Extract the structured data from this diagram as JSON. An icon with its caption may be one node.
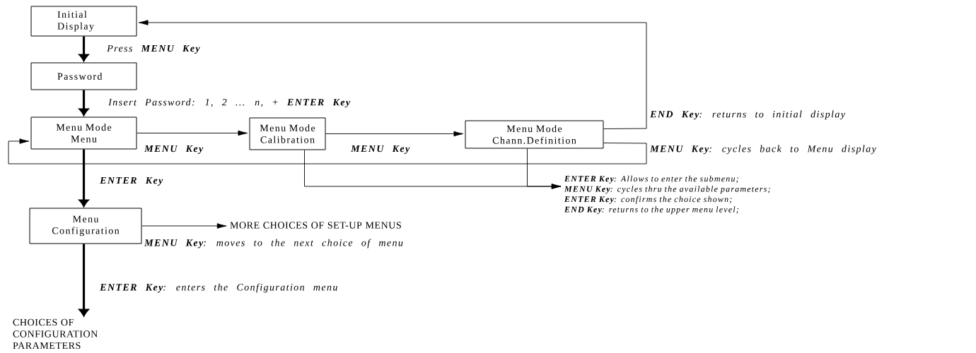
{
  "diagram": {
    "nodes": [
      {
        "text": [
          "Initial Display"
        ]
      },
      {
        "text": [
          "Password"
        ]
      },
      {
        "text": [
          "Menu Mode Menu"
        ]
      },
      {
        "text": [
          "Menu Mode Calibration"
        ]
      },
      {
        "text": [
          "Menu Mode Chann.Definition"
        ]
      },
      {
        "text": [
          "Menu Configuration"
        ]
      },
      {
        "text": [
          "MORE CHOICES OF SET-UP MENUS"
        ]
      },
      {
        "text": [
          "CHOICES OF CONFIGURATION PARAMETERS"
        ]
      },
      {
        "text": [
          "**ENTER Key**: Allows to enter the submenu;",
          "**MENU Key**: cycles thru the available parameters;",
          "**ENTER Key**: confirms the choice shown;",
          "**END Key**: returns to the upper menu level;"
        ]
      }
    ],
    "edges": [
      {
        "from": 0,
        "to": 1,
        "arrow": "to",
        "label": "Press **MENU Key**",
        "style": "thick"
      },
      {
        "from": 1,
        "to": 2,
        "arrow": "to",
        "label": "Insert Password: 1, 2 ... n, + **ENTER Key**",
        "style": "thick"
      },
      {
        "from": 2,
        "to": 3,
        "arrow": "to",
        "label": "**MENU Key**"
      },
      {
        "from": 3,
        "to": 4,
        "arrow": "to",
        "label": "**MENU Key**"
      },
      {
        "from": 4,
        "to": 0,
        "arrow": "to",
        "label": "**END Key**: returns to initial display"
      },
      {
        "from": 4,
        "to": 2,
        "arrow": "to",
        "label": "**MENU Key**: cycles back to Menu display"
      },
      {
        "from": 3,
        "to": 8,
        "arrow": "to"
      },
      {
        "from": 4,
        "to": 8,
        "arrow": "to"
      },
      {
        "from": 2,
        "to": 5,
        "arrow": "to",
        "label": "**ENTER Key**",
        "style": "thick"
      },
      {
        "from": 5,
        "to": 6,
        "arrow": "to",
        "label": "**MENU Key**: moves to the next choice of menu"
      },
      {
        "from": 5,
        "to": 7,
        "arrow": "to",
        "label": "**ENTER Key**: enters the Configuration menu",
        "style": "thick"
      }
    ]
  }
}
